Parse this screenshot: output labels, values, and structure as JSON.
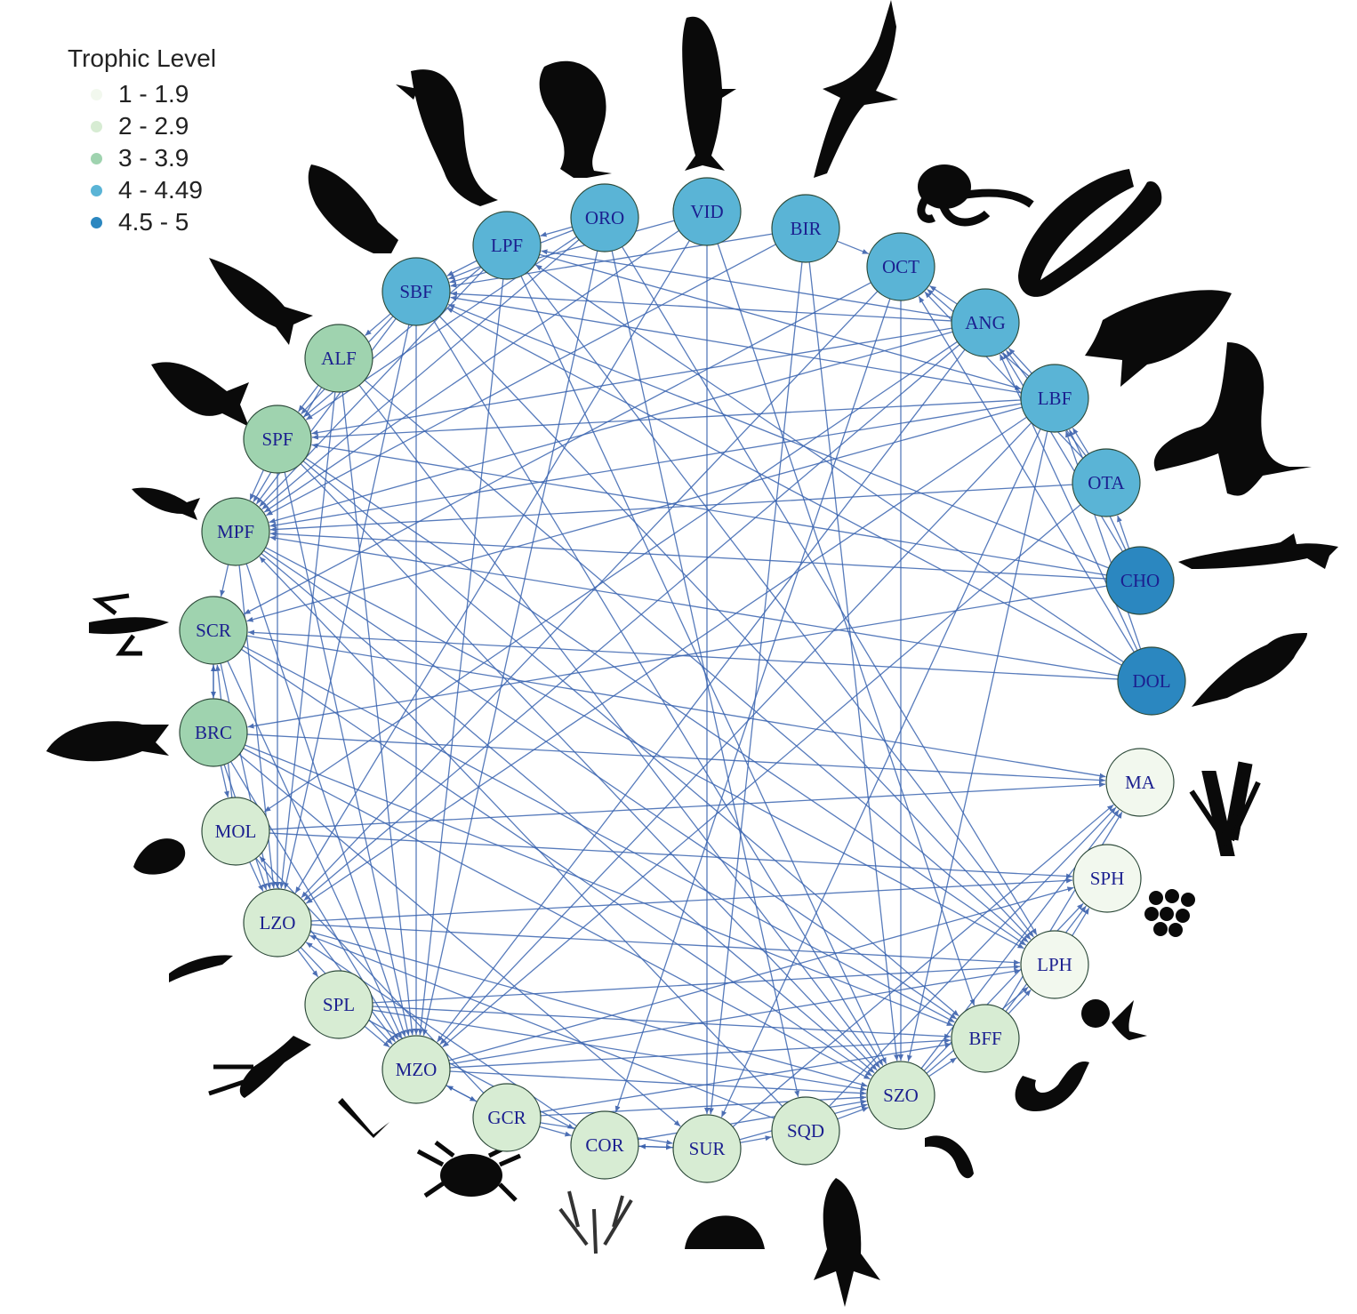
{
  "legend": {
    "title": "Trophic Level",
    "items": [
      {
        "label": "1 - 1.9",
        "color": "#f2f8ee"
      },
      {
        "label": "2 - 2.9",
        "color": "#d7ecd3"
      },
      {
        "label": "3 - 3.9",
        "color": "#9fd3af"
      },
      {
        "label": "4 - 4.49",
        "color": "#5ab4d6"
      },
      {
        "label": "4.5 - 5",
        "color": "#2b87c0"
      }
    ]
  },
  "nodes": [
    {
      "id": "ORO",
      "level": 4,
      "icon": "tuna-fish-silhouette"
    },
    {
      "id": "VID",
      "level": 4,
      "icon": "mackerel-fish-silhouette"
    },
    {
      "id": "BIR",
      "level": 4,
      "icon": "seabird-silhouette"
    },
    {
      "id": "OCT",
      "level": 4,
      "icon": "octopus-silhouette"
    },
    {
      "id": "ANG",
      "level": 4,
      "icon": "eel-silhouette"
    },
    {
      "id": "LBF",
      "level": 4,
      "icon": "grouper-fish-silhouette"
    },
    {
      "id": "OTA",
      "level": 4,
      "icon": "sea-lion-silhouette"
    },
    {
      "id": "CHO",
      "level": 5,
      "icon": "shark-silhouette"
    },
    {
      "id": "DOL",
      "level": 5,
      "icon": "dolphin-silhouette"
    },
    {
      "id": "MA",
      "level": 1,
      "icon": "macroalgae-silhouette"
    },
    {
      "id": "SPH",
      "level": 1,
      "icon": "small-phytoplankton-silhouette"
    },
    {
      "id": "LPH",
      "level": 1,
      "icon": "large-phytoplankton-silhouette"
    },
    {
      "id": "BFF",
      "level": 2,
      "icon": "polychaete-worm-silhouette"
    },
    {
      "id": "SZO",
      "level": 2,
      "icon": "copepod-silhouette"
    },
    {
      "id": "SQD",
      "level": 2,
      "icon": "squid-silhouette"
    },
    {
      "id": "SUR",
      "level": 2,
      "icon": "sea-urchin-silhouette"
    },
    {
      "id": "COR",
      "level": 2,
      "icon": "coral-silhouette"
    },
    {
      "id": "GCR",
      "level": 2,
      "icon": "crab-silhouette"
    },
    {
      "id": "MZO",
      "level": 2,
      "icon": "mysid-silhouette"
    },
    {
      "id": "SPL",
      "level": 2,
      "icon": "lobster-silhouette"
    },
    {
      "id": "LZO",
      "level": 2,
      "icon": "krill-silhouette"
    },
    {
      "id": "MOL",
      "level": 2,
      "icon": "snail-silhouette"
    },
    {
      "id": "BRC",
      "level": 3,
      "icon": "bream-fish-silhouette"
    },
    {
      "id": "SCR",
      "level": 3,
      "icon": "crayfish-silhouette"
    },
    {
      "id": "MPF",
      "level": 3,
      "icon": "small-pelagic-fish-silhouette"
    },
    {
      "id": "SPF",
      "level": 3,
      "icon": "damselfish-silhouette"
    },
    {
      "id": "ALF",
      "level": 3,
      "icon": "pelagic-fish-silhouette"
    },
    {
      "id": "SBF",
      "level": 4,
      "icon": "rockfish-silhouette"
    },
    {
      "id": "LPF",
      "level": 4,
      "icon": "large-pelagic-fish-silhouette"
    }
  ],
  "edges": [
    [
      "DOL",
      "LBF"
    ],
    [
      "DOL",
      "ANG"
    ],
    [
      "DOL",
      "SBF"
    ],
    [
      "DOL",
      "MPF"
    ],
    [
      "DOL",
      "SCR"
    ],
    [
      "DOL",
      "OCT"
    ],
    [
      "CHO",
      "ANG"
    ],
    [
      "CHO",
      "SBF"
    ],
    [
      "CHO",
      "SPF"
    ],
    [
      "CHO",
      "MPF"
    ],
    [
      "CHO",
      "OTA"
    ],
    [
      "CHO",
      "LBF"
    ],
    [
      "CHO",
      "BRC"
    ],
    [
      "OTA",
      "LBF"
    ],
    [
      "OTA",
      "OCT"
    ],
    [
      "OTA",
      "ANG"
    ],
    [
      "OTA",
      "MPF"
    ],
    [
      "OTA",
      "MZO"
    ],
    [
      "LBF",
      "ANG"
    ],
    [
      "LBF",
      "OCT"
    ],
    [
      "LBF",
      "SBF"
    ],
    [
      "LBF",
      "MPF"
    ],
    [
      "LBF",
      "SPF"
    ],
    [
      "LBF",
      "SCR"
    ],
    [
      "LBF",
      "LZO"
    ],
    [
      "LBF",
      "SUR"
    ],
    [
      "LBF",
      "SZO"
    ],
    [
      "ANG",
      "OCT"
    ],
    [
      "ANG",
      "SBF"
    ],
    [
      "ANG",
      "MPF"
    ],
    [
      "ANG",
      "LPF"
    ],
    [
      "ANG",
      "SPF"
    ],
    [
      "ANG",
      "MZO"
    ],
    [
      "ANG",
      "MOL"
    ],
    [
      "OCT",
      "LZO"
    ],
    [
      "OCT",
      "SZO"
    ],
    [
      "OCT",
      "SCR"
    ],
    [
      "BIR",
      "OCT"
    ],
    [
      "BIR",
      "MPF"
    ],
    [
      "BIR",
      "SBF"
    ],
    [
      "BIR",
      "SZO"
    ],
    [
      "VID",
      "SBF"
    ],
    [
      "VID",
      "MPF"
    ],
    [
      "VID",
      "SUR"
    ],
    [
      "VID",
      "LZO"
    ],
    [
      "VID",
      "BFF"
    ],
    [
      "ORO",
      "SBF"
    ],
    [
      "ORO",
      "LPF"
    ],
    [
      "ORO",
      "MPF"
    ],
    [
      "ORO",
      "LPH"
    ],
    [
      "ORO",
      "SQD"
    ],
    [
      "ORO",
      "SPF"
    ],
    [
      "ORO",
      "MZO"
    ],
    [
      "LPF",
      "SBF"
    ],
    [
      "LPF",
      "MPF"
    ],
    [
      "LPF",
      "LPH"
    ],
    [
      "LPF",
      "SZO"
    ],
    [
      "LPF",
      "MZO"
    ],
    [
      "LPF",
      "LBF"
    ],
    [
      "LPF",
      "SPF"
    ],
    [
      "SBF",
      "ALF"
    ],
    [
      "SBF",
      "MZO"
    ],
    [
      "SBF",
      "LPH"
    ],
    [
      "SBF",
      "SPF"
    ],
    [
      "SBF",
      "MPF"
    ],
    [
      "SBF",
      "SZO"
    ],
    [
      "SBF",
      "LZO"
    ],
    [
      "ALF",
      "MPF"
    ],
    [
      "ALF",
      "SPF"
    ],
    [
      "ALF",
      "LZO"
    ],
    [
      "ALF",
      "MZO"
    ],
    [
      "ALF",
      "SZO"
    ],
    [
      "ALF",
      "LPH"
    ],
    [
      "SPF",
      "MPF"
    ],
    [
      "SPF",
      "MZO"
    ],
    [
      "SPF",
      "LZO"
    ],
    [
      "SPF",
      "SZO"
    ],
    [
      "SPF",
      "LPH"
    ],
    [
      "SPF",
      "BFF"
    ],
    [
      "MPF",
      "LZO"
    ],
    [
      "MPF",
      "MZO"
    ],
    [
      "MPF",
      "SZO"
    ],
    [
      "MPF",
      "BFF"
    ],
    [
      "MPF",
      "SCR"
    ],
    [
      "MPF",
      "LPH"
    ],
    [
      "SCR",
      "MZO"
    ],
    [
      "SCR",
      "LZO"
    ],
    [
      "SCR",
      "SZO"
    ],
    [
      "SCR",
      "BFF"
    ],
    [
      "SCR",
      "MA"
    ],
    [
      "SCR",
      "BRC"
    ],
    [
      "BRC",
      "MOL"
    ],
    [
      "BRC",
      "LZO"
    ],
    [
      "BRC",
      "MZO"
    ],
    [
      "BRC",
      "MA"
    ],
    [
      "BRC",
      "BFF"
    ],
    [
      "BRC",
      "SCR"
    ],
    [
      "BRC",
      "SZO"
    ],
    [
      "BRC",
      "SUR"
    ],
    [
      "MOL",
      "LZO"
    ],
    [
      "MOL",
      "MA"
    ],
    [
      "MOL",
      "SPH"
    ],
    [
      "MOL",
      "MZO"
    ],
    [
      "MOL",
      "SCR"
    ],
    [
      "LZO",
      "SPH"
    ],
    [
      "LZO",
      "LPH"
    ],
    [
      "LZO",
      "MZO"
    ],
    [
      "LZO",
      "SPL"
    ],
    [
      "LZO",
      "SZO"
    ],
    [
      "SPL",
      "MZO"
    ],
    [
      "SPL",
      "BFF"
    ],
    [
      "SPL",
      "SZO"
    ],
    [
      "SPL",
      "COR"
    ],
    [
      "SPL",
      "LPH"
    ],
    [
      "MZO",
      "SZO"
    ],
    [
      "MZO",
      "SPH"
    ],
    [
      "MZO",
      "LPH"
    ],
    [
      "MZO",
      "BFF"
    ],
    [
      "MZO",
      "GCR"
    ],
    [
      "GCR",
      "COR"
    ],
    [
      "GCR",
      "SUR"
    ],
    [
      "GCR",
      "MOL"
    ],
    [
      "GCR",
      "BFF"
    ],
    [
      "GCR",
      "SZO"
    ],
    [
      "GCR",
      "MZO"
    ],
    [
      "COR",
      "SUR"
    ],
    [
      "COR",
      "SZO"
    ],
    [
      "COR",
      "LZO"
    ],
    [
      "SUR",
      "COR"
    ],
    [
      "SUR",
      "MA"
    ],
    [
      "SUR",
      "SZO"
    ],
    [
      "SUR",
      "SQD"
    ],
    [
      "SQD",
      "SZO"
    ],
    [
      "SQD",
      "MA"
    ],
    [
      "SQD",
      "MPF"
    ],
    [
      "SQD",
      "LZO"
    ],
    [
      "SZO",
      "BFF"
    ],
    [
      "SZO",
      "LPH"
    ],
    [
      "SZO",
      "SPH"
    ],
    [
      "SZO",
      "MA"
    ],
    [
      "BFF",
      "LPH"
    ],
    [
      "BFF",
      "SPH"
    ],
    [
      "BFF",
      "MA"
    ],
    [
      "LPH",
      "SPH"
    ],
    [
      "OCT",
      "COR"
    ],
    [
      "BIR",
      "SUR"
    ],
    [
      "LBF",
      "MZO"
    ],
    [
      "ANG",
      "LZO"
    ],
    [
      "DOL",
      "LPF"
    ]
  ]
}
